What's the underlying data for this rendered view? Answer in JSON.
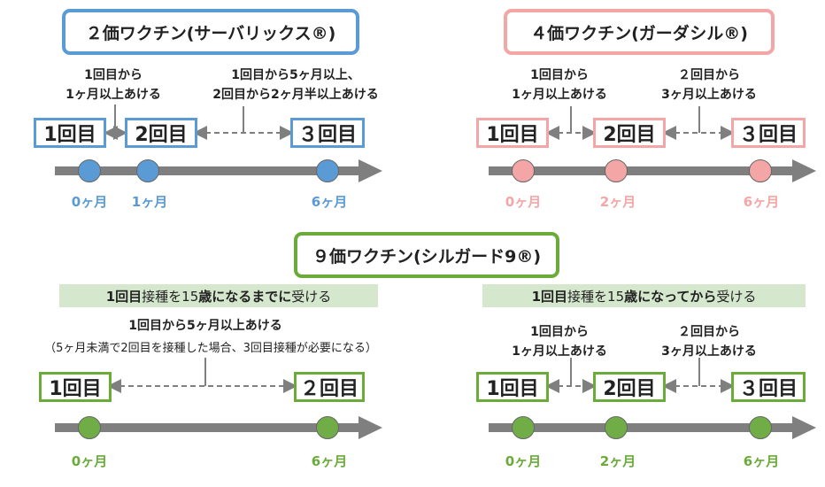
{
  "colors": {
    "blue": "#5b9bd5",
    "pink": "#f4a6a6",
    "green": "#6aab3a",
    "green_dot": "#70ad47",
    "band": "#d5e8cd",
    "axis": "#7f7f7f"
  },
  "panel_2v": {
    "title": "２価ワクチン(サーバリックス®)",
    "note1": [
      "1回目から",
      "1ヶ月以上あける"
    ],
    "note2": [
      "1回目から5ヶ月以上、",
      "2回目から2ヶ月半以上あける"
    ],
    "doses": [
      "1回目",
      "2回目",
      "３回目"
    ],
    "months": [
      "0ヶ月",
      "1ヶ月",
      "6ヶ月"
    ]
  },
  "panel_4v": {
    "title": "４価ワクチン(ガーダシル®)",
    "note1": [
      "1回目から",
      "1ヶ月以上あける"
    ],
    "note2": [
      "２回目から",
      "3ヶ月以上あける"
    ],
    "doses": [
      "1回目",
      "2回目",
      "３回目"
    ],
    "months": [
      "0ヶ月",
      "2ヶ月",
      "6ヶ月"
    ]
  },
  "panel_9v": {
    "title": "９価ワクチン(シルガード9®)",
    "left": {
      "band_parts": [
        "1回目",
        "接種を15",
        "歳になるまでに",
        "受ける"
      ],
      "note": "1回目から5ヶ月以上あける",
      "note_sub": "（5ヶ月未満で2回目を接種した場合、3回目接種が必要になる）",
      "doses": [
        "1回目",
        "２回目"
      ],
      "months": [
        "0ヶ月",
        "6ヶ月"
      ]
    },
    "right": {
      "band_parts": [
        "1回目",
        "接種を15",
        "歳になってから",
        "受ける"
      ],
      "note1": [
        "1回目から",
        "1ヶ月以上あける"
      ],
      "note2": [
        "２回目から",
        "3ヶ月以上あける"
      ],
      "doses": [
        "1回目",
        "2回目",
        "３回目"
      ],
      "months": [
        "0ヶ月",
        "2ヶ月",
        "6ヶ月"
      ]
    }
  }
}
